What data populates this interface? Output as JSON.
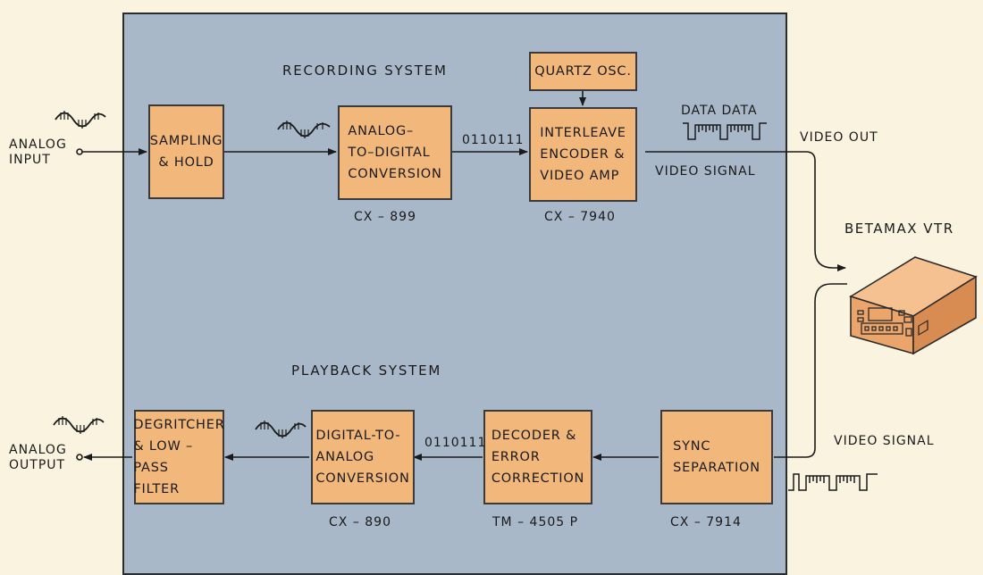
{
  "recording": {
    "title": "RECORDING  SYSTEM",
    "blocks": {
      "sampling": "SAMPLING\n& HOLD",
      "adc": "ANALOG–\nTO–DIGITAL\nCONVERSION",
      "interleave": "INTERLEAVE\nENCODER &\nVIDEO AMP",
      "quartz": "QUARTZ OSC."
    },
    "chips": {
      "adc": "CX – 899",
      "interleave": "CX – 7940"
    },
    "bits": "0110111",
    "data_label": "DATA DATA",
    "video_signal": "VIDEO SIGNAL",
    "video_out": "VIDEO OUT"
  },
  "playback": {
    "title": "PLAYBACK  SYSTEM",
    "blocks": {
      "degritcher": "DEGRITCHER\n& LOW – PASS\nFILTER",
      "dac": "DIGITAL-TO-\nANALOG\nCONVERSION",
      "decoder": "DECODER &\nERROR\nCORRECTION",
      "sync": "SYNC\nSEPARATION"
    },
    "chips": {
      "dac": "CX – 890",
      "decoder": "TM – 4505 P",
      "sync": "CX – 7914"
    },
    "bits": "0110111",
    "video_signal": "VIDEO SIGNAL"
  },
  "io": {
    "analog_input": "ANALOG\nINPUT",
    "analog_output": "ANALOG\nOUTPUT"
  },
  "vtr": {
    "label": "BETAMAX  VTR"
  },
  "colors": {
    "background": "#faf3df",
    "panel": "#a9b8c9",
    "block": "#f2b77b",
    "line": "#1a1a1a"
  },
  "icons": [
    "analog-wave-icon",
    "digital-pulse-icon",
    "vcr-icon",
    "arrow-icon"
  ]
}
